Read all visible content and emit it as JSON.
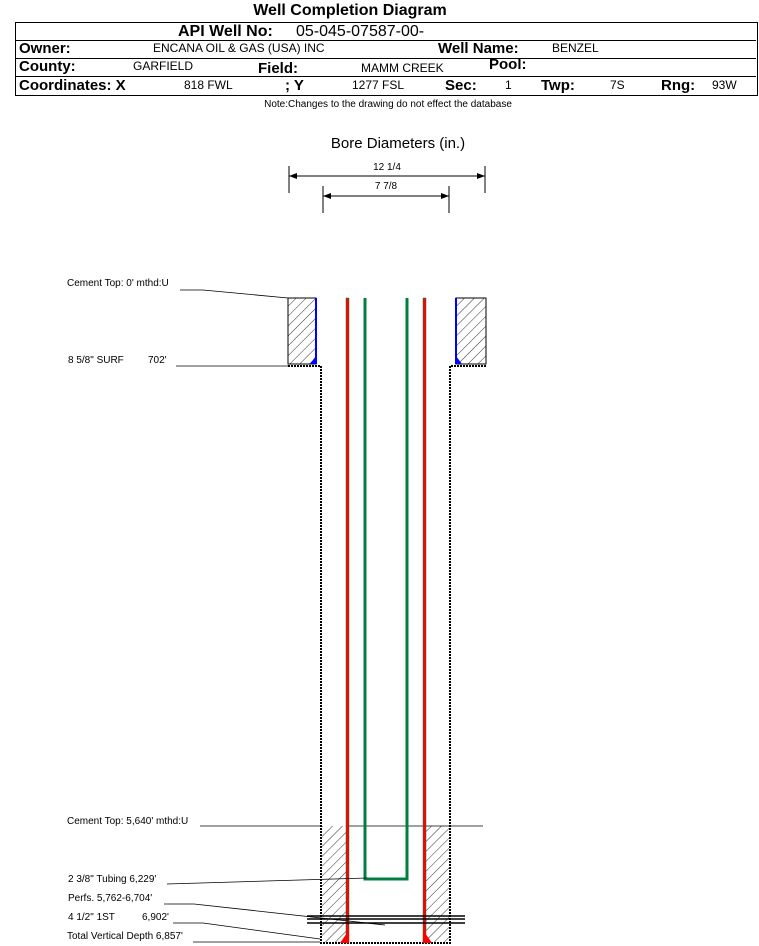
{
  "title": "Well Completion Diagram",
  "header": {
    "api_label": "API Well No:",
    "api_value": "05-045-07587-00-",
    "owner_label": "Owner:",
    "owner_value": "ENCANA OIL & GAS (USA) INC",
    "well_name_label": "Well Name:",
    "well_name_value": "BENZEL",
    "county_label": "County:",
    "county_value": "GARFIELD",
    "field_label": "Field:",
    "field_value": "MAMM CREEK",
    "pool_label": "Pool:",
    "coord_x_label": "Coordinates: X",
    "coord_x_value": "818 FWL",
    "coord_y_label": "; Y",
    "coord_y_value": "1277 FSL",
    "sec_label": "Sec:",
    "sec_value": "1",
    "twp_label": "Twp:",
    "twp_value": "7S",
    "rng_label": "Rng:",
    "rng_value": "93W"
  },
  "note": "Note:Changes to the drawing do not effect the database",
  "diagram": {
    "bore_title": "Bore Diameters (in.)",
    "bore_outer": "12 1/4",
    "bore_inner": "7 7/8",
    "labels": {
      "cement_top_surface": "Cement Top: 0' mthd:U",
      "surface_casing": "8 5/8\" SURF",
      "surface_casing_depth": "702'",
      "cement_top_production": "Cement Top: 5,640' mthd:U",
      "tubing": "2 3/8\" Tubing 6,229'",
      "perfs": "Perfs. 5,762-6,704'",
      "production_casing": "4 1/2\" 1ST",
      "production_casing_depth": "6,902'",
      "tvd": "Total Vertical Depth 6,857'"
    },
    "colors": {
      "casing": "#ff0000",
      "tubing": "#008040",
      "cement_fill": "#0000ff"
    }
  }
}
